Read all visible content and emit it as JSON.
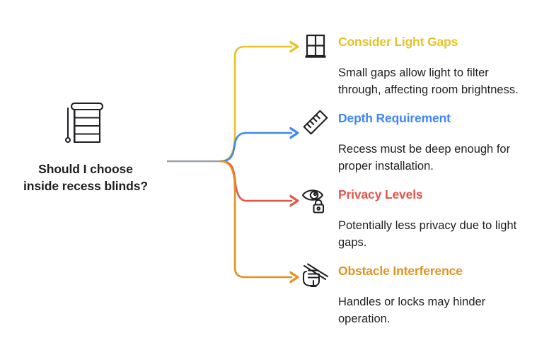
{
  "root": {
    "icon": "window-blinds-icon",
    "label": "Should I choose\ninside recess blinds?"
  },
  "colors": {
    "stem": "#9AA0A6",
    "yellow": "#E5C228",
    "blue": "#4285F4",
    "red": "#E2554A",
    "orange": "#E2921F",
    "text": "#202124",
    "icon_stroke": "#202124"
  },
  "branches": [
    {
      "icon": "window-panes-icon",
      "title": "Consider Light Gaps",
      "color": "#E5C228",
      "description": "Small gaps allow light to filter through, affecting room brightness."
    },
    {
      "icon": "ruler-icon",
      "title": "Depth Requirement",
      "color": "#4285F4",
      "description": "Recess must be deep enough for proper installation."
    },
    {
      "icon": "eye-lock-icon",
      "title": "Privacy Levels",
      "color": "#E2554A",
      "description": "Potentially less privacy due to light gaps."
    },
    {
      "icon": "hand-blocked-icon",
      "title": "Obstacle Interference",
      "color": "#E2921F",
      "description": "Handles or locks may hinder operation."
    }
  ]
}
